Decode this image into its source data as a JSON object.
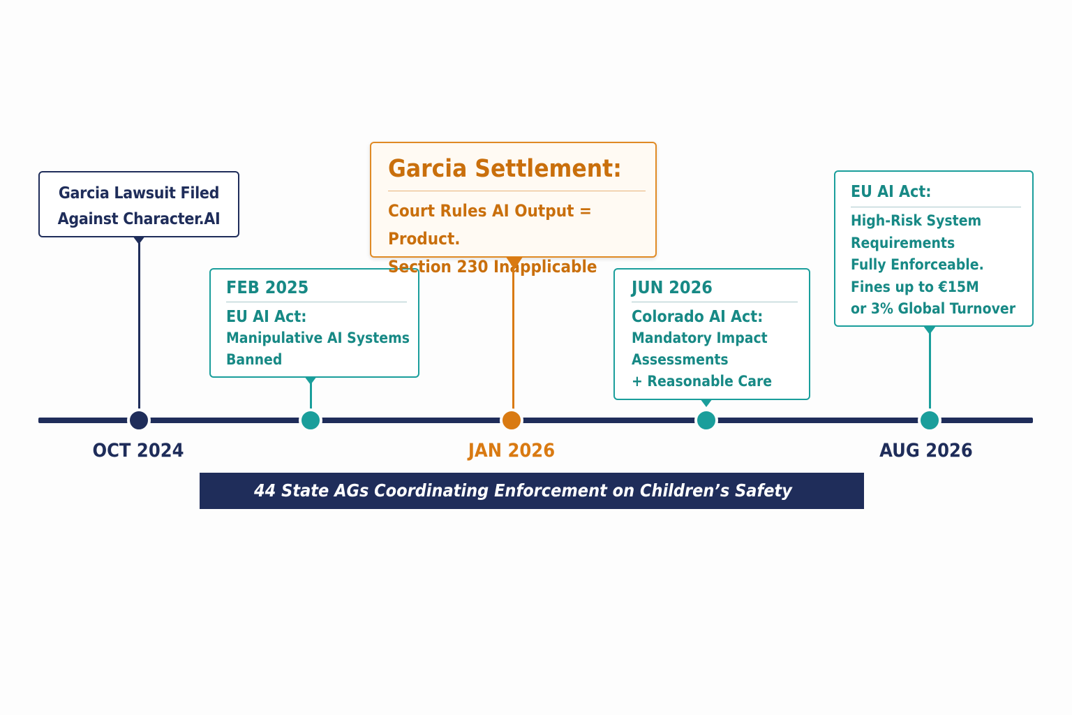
{
  "colors": {
    "navy": "#1f2d5a",
    "teal": "#1a9e9b",
    "orange": "#d97a12"
  },
  "events": {
    "oct2024": {
      "label": "OCT 2024",
      "lines": [
        "Garcia Lawsuit Filed",
        "Against Character.AI"
      ]
    },
    "feb2025": {
      "date": "FEB 2025",
      "heading": "EU AI Act:",
      "lines": [
        "Manipulative AI Systems",
        "Banned"
      ]
    },
    "jan2026": {
      "label": "JAN 2026",
      "title": "Garcia Settlement:",
      "lines": [
        "Court Rules AI Output = Product.",
        "Section 230 Inapplicable"
      ]
    },
    "jun2026": {
      "date": "JUN 2026",
      "heading": "Colorado AI Act:",
      "lines": [
        "Mandatory Impact",
        "Assessments",
        "+ Reasonable Care"
      ]
    },
    "aug2026": {
      "label": "AUG 2026",
      "heading": "EU AI Act:",
      "lines": [
        "High-Risk System",
        "Requirements",
        "Fully Enforceable.",
        "Fines up to €15M",
        "or 3% Global Turnover"
      ]
    }
  },
  "banner": {
    "text": "44 State AGs Coordinating Enforcement on Children’s Safety"
  }
}
